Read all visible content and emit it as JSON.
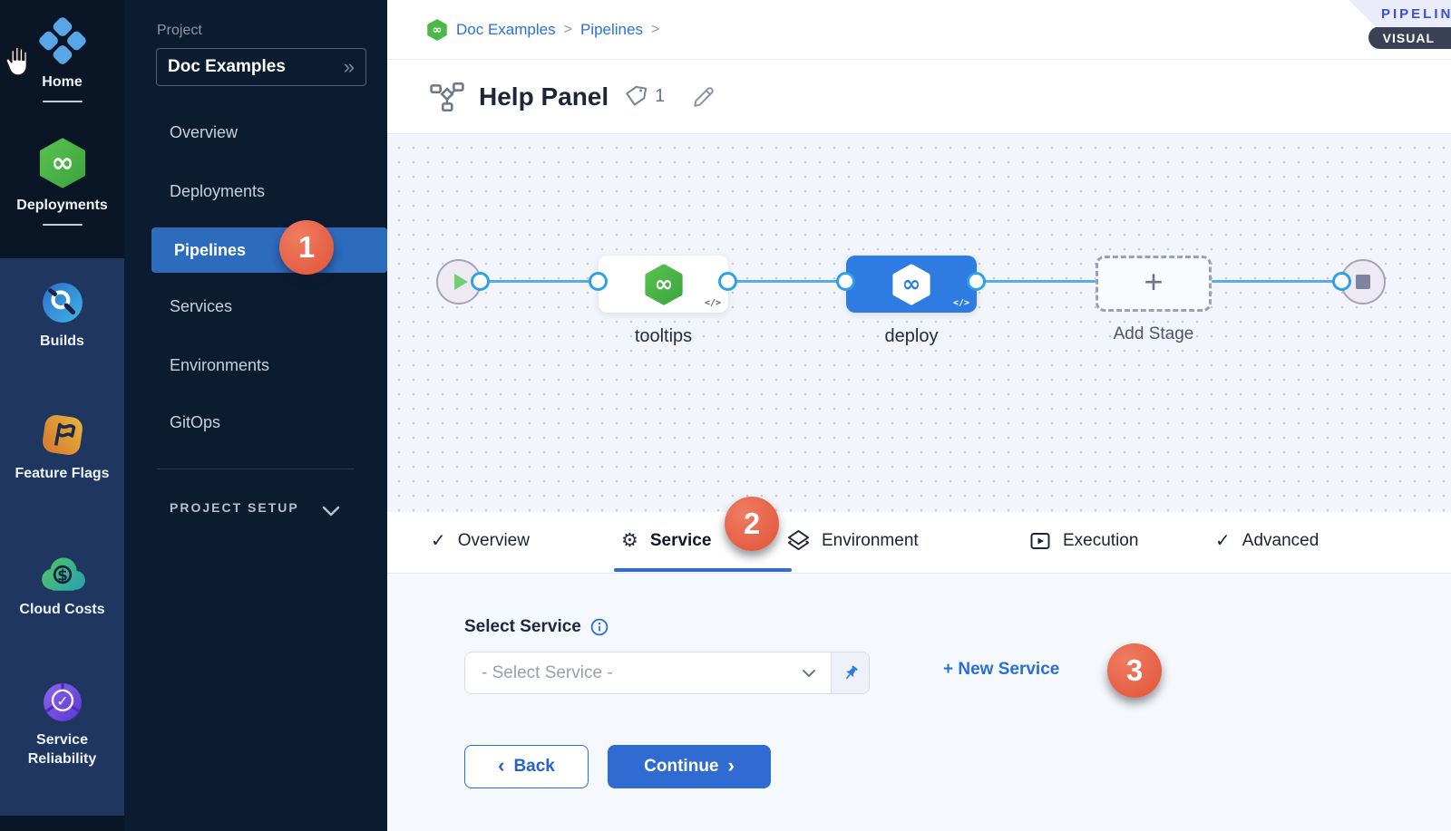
{
  "colors": {
    "rail_dark": "#0a1626",
    "rail_light": "#1e3660",
    "nav_bg": "#0b1c31",
    "active_blue": "#2d6bbd",
    "badge_red": "#e15339",
    "link_blue": "#2a70d8",
    "primary_blue": "#306bd2",
    "connector_blue": "#55abe9",
    "node_blue": "#2e7ce2",
    "harness_green": "#4bb848",
    "panel_bg": "#f5f8fc",
    "banner_text": "#3b50c9"
  },
  "module_rail": {
    "items": [
      {
        "label": "Home",
        "icon": "harness-logo-icon"
      },
      {
        "label": "Deployments",
        "icon": "cd-hexagon-icon"
      },
      {
        "label": "Builds",
        "icon": "ci-search-icon"
      },
      {
        "label": "Feature Flags",
        "icon": "flag-icon"
      },
      {
        "label": "Cloud Costs",
        "icon": "cloud-dollar-icon"
      },
      {
        "label": "Service Reliability",
        "icon": "reliability-check-icon"
      }
    ]
  },
  "project_nav": {
    "section_label": "Project",
    "project_name": "Doc Examples",
    "items": [
      {
        "label": "Overview"
      },
      {
        "label": "Deployments"
      },
      {
        "label": "Pipelines",
        "active": true,
        "badge": "1"
      },
      {
        "label": "Services"
      },
      {
        "label": "Environments"
      },
      {
        "label": "GitOps"
      }
    ],
    "footer_label": "PROJECT SETUP"
  },
  "header": {
    "breadcrumb": {
      "items": [
        {
          "label": "Doc Examples"
        },
        {
          "label": "Pipelines"
        }
      ],
      "separator": ">"
    },
    "corner_banner": "PIPELIN",
    "title": "Help Panel",
    "tag_count": "1",
    "view_toggle": "VISUAL"
  },
  "canvas": {
    "stages": [
      {
        "name": "tooltips"
      },
      {
        "name": "deploy"
      }
    ],
    "add_stage_label": "Add Stage",
    "add_stage_plus": "+",
    "code_glyph": "</>"
  },
  "tabs": {
    "items": [
      {
        "label": "Overview",
        "icon": "check-icon"
      },
      {
        "label": "Service",
        "icon": "gear-icon",
        "active": true,
        "badge": "2"
      },
      {
        "label": "Environment",
        "icon": "layers-icon"
      },
      {
        "label": "Execution",
        "icon": "play-box-icon"
      },
      {
        "label": "Advanced",
        "icon": "check-icon"
      }
    ]
  },
  "service_panel": {
    "field_label": "Select Service",
    "dropdown_placeholder": "- Select Service -",
    "new_service_label": "+ New Service",
    "new_service_badge": "3",
    "back_label": "Back",
    "continue_label": "Continue"
  }
}
